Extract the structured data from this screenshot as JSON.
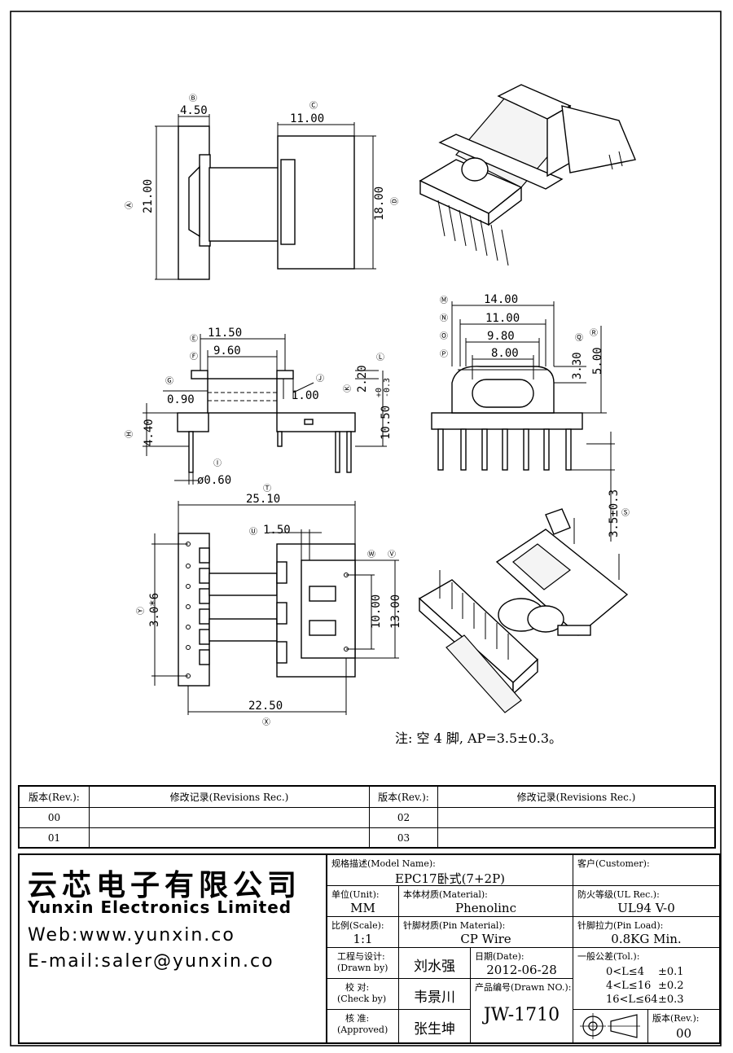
{
  "labels": {
    "A": "Ⓐ",
    "B": "Ⓑ",
    "C": "Ⓒ",
    "D": "Ⓓ",
    "E": "Ⓔ",
    "F": "Ⓕ",
    "G": "Ⓖ",
    "H": "Ⓗ",
    "I": "Ⓘ",
    "J": "Ⓙ",
    "K": "Ⓚ",
    "L": "Ⓛ",
    "M": "Ⓜ",
    "N": "Ⓝ",
    "O": "Ⓞ",
    "P": "Ⓟ",
    "Q": "Ⓠ",
    "R": "Ⓡ",
    "S": "Ⓢ",
    "T": "Ⓣ",
    "U": "Ⓤ",
    "V": "Ⓥ",
    "W": "Ⓦ",
    "X": "Ⓧ",
    "Y": "Ⓨ"
  },
  "dimensions": {
    "A": "21.00",
    "B": "4.50",
    "C": "11.00",
    "D": "18.00",
    "E": "11.50",
    "F": "9.60",
    "G": "0.90",
    "H": "4.40",
    "I": "ø0.60",
    "J": "1.00",
    "K": "2.20",
    "L": "10.50",
    "L_tol_plus": "+0",
    "L_tol_minus": "-0.3",
    "M": "14.00",
    "N": "11.00",
    "O": "9.80",
    "P": "8.00",
    "Q": "3.30",
    "R": "5.00",
    "S": "3.5±0.3",
    "T": "25.10",
    "U": "1.50",
    "V": "13.00",
    "W": "10.00",
    "X": "22.50",
    "Y": "3.0*6"
  },
  "note": "注: 空 4 脚, AP=3.5±0.3。",
  "revisions": {
    "rev_header": "版本(Rev.):",
    "rec_header": "修改记录(Revisions Rec.)",
    "rows": [
      {
        "left_rev": "00",
        "left_rec": "",
        "right_rev": "02",
        "right_rec": ""
      },
      {
        "left_rev": "01",
        "left_rec": "",
        "right_rev": "03",
        "right_rec": ""
      }
    ]
  },
  "company": {
    "name_cn": "云芯电子有限公司",
    "name_en": "Yunxin Electronics Limited",
    "web": "Web:www.yunxin.co",
    "email": "E-mail:saler@yunxin.co"
  },
  "title_block": {
    "model_caption": "规格描述(Model Name):",
    "model_value": "EPC17卧式(7+2P)",
    "customer_caption": "客户(Customer):",
    "customer_value": "",
    "unit_caption": "单位(Unit):",
    "unit_value": "MM",
    "material_caption": "本体材质(Material):",
    "material_value": "Phenolinc",
    "ul_caption": "防火等级(UL Rec.):",
    "ul_value": "UL94 V-0",
    "scale_caption": "比例(Scale):",
    "scale_value": "1:1",
    "pin_material_caption": "针脚材质(Pin Material):",
    "pin_material_value": "CP Wire",
    "pin_load_caption": "针脚拉力(Pin Load):",
    "pin_load_value": "0.8KG Min.",
    "drawn_caption_cn": "工程与设计:",
    "drawn_caption_en": "(Drawn by)",
    "drawn_value": "刘水强",
    "date_caption": "日期(Date):",
    "date_value": "2012-06-28",
    "check_caption_cn": "校  对:",
    "check_caption_en": "(Check by)",
    "check_value": "韦景川",
    "drawn_no_caption": "产品编号(Drawn NO.):",
    "drawn_no_value": "JW-1710",
    "approved_caption_cn": "核  准:",
    "approved_caption_en": "(Approved)",
    "approved_value": "张生坤",
    "tol_caption": "一般公差(Tol.):",
    "tol_rows": [
      {
        "range": "0<L≤4",
        "value": "±0.1"
      },
      {
        "range": "4<L≤16",
        "value": "±0.2"
      },
      {
        "range": "16<L≤64",
        "value": "±0.3"
      }
    ],
    "rev_caption": "版本(Rev.):",
    "rev_value": "00"
  }
}
